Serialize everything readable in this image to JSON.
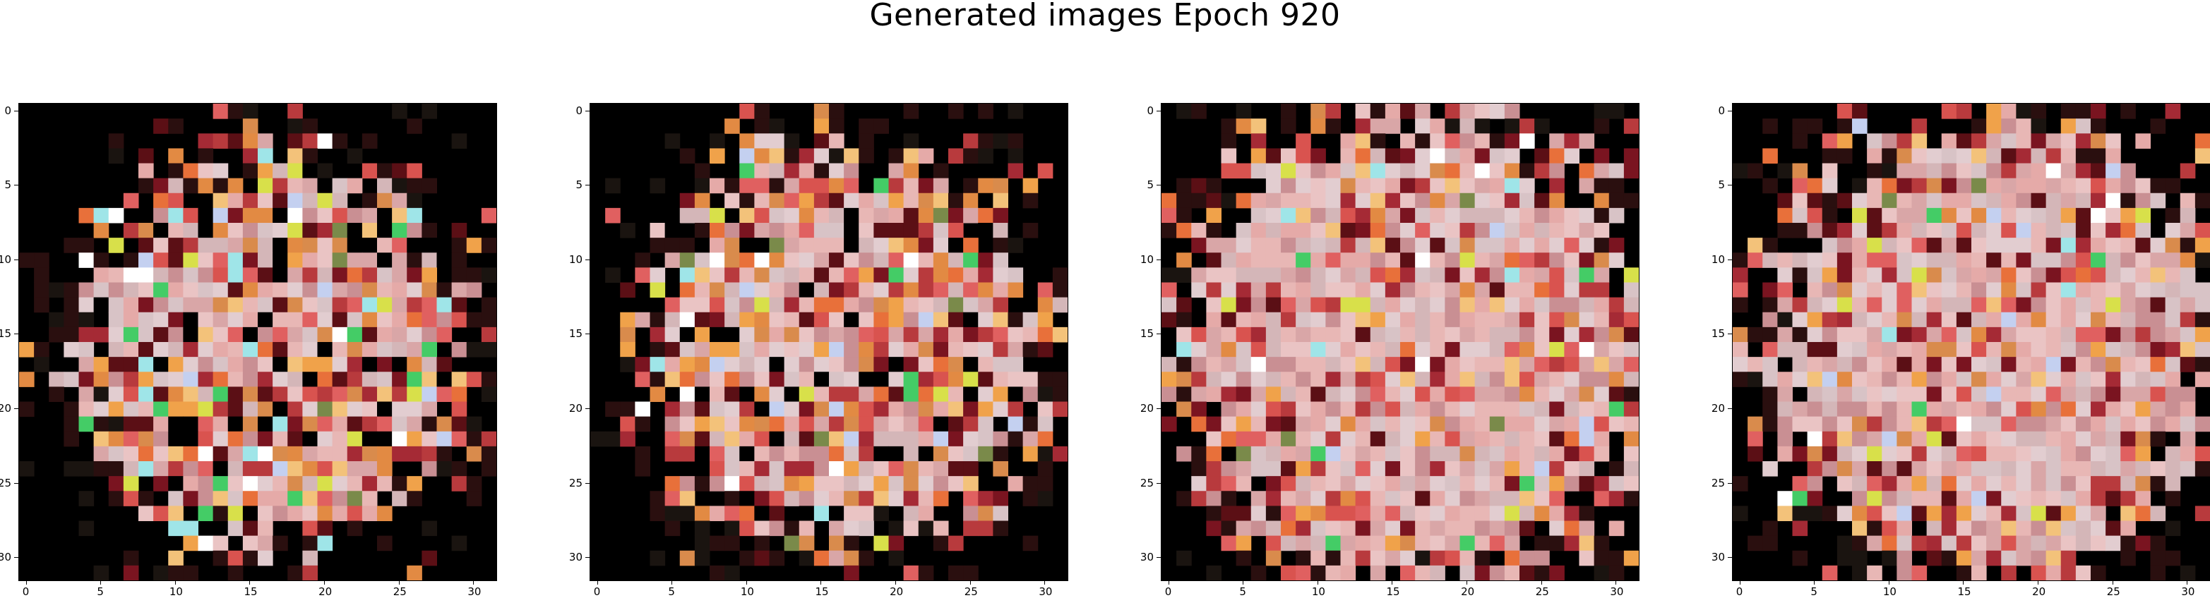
{
  "figure": {
    "title": "Generated images Epoch 920"
  },
  "axes": {
    "x_ticks": [
      "0",
      "5",
      "10",
      "15",
      "20",
      "25",
      "30"
    ],
    "y_ticks": [
      "0",
      "5",
      "10",
      "15",
      "20",
      "25",
      "30"
    ],
    "tick_values": [
      0,
      5,
      10,
      15,
      20,
      25,
      30
    ],
    "pixel_range": [
      0,
      31
    ]
  },
  "panels": [
    {
      "id": "generated-image-1",
      "grid": 32,
      "palette": "warm-a",
      "radius": 0.42,
      "seed": 11
    },
    {
      "id": "generated-image-2",
      "grid": 32,
      "palette": "warm-a",
      "radius": 0.43,
      "seed": 23
    },
    {
      "id": "generated-image-3",
      "grid": 32,
      "palette": "warm-b",
      "radius": 0.52,
      "seed": 37
    },
    {
      "id": "generated-image-4",
      "grid": 32,
      "palette": "warm-b",
      "radius": 0.5,
      "seed": 51
    }
  ],
  "colors": {
    "background": "#ffffff",
    "image_background": "#000000",
    "pinks": [
      "#e8b7b5",
      "#eac4c4",
      "#d9a6a7",
      "#e5aaa8",
      "#d4b6b8",
      "#e2cdd0",
      "#c98f93",
      "#d8c3c6"
    ],
    "reds": [
      "#b83a3d",
      "#d9534f",
      "#7a1420",
      "#a52a35",
      "#e06060",
      "#5b0f15"
    ],
    "oranges": [
      "#f0a24a",
      "#e8703a",
      "#d98b4c",
      "#f3c27a",
      "#e28a43"
    ],
    "accents": [
      "#9fe5e8",
      "#44cc66",
      "#d8e04a",
      "#ffffff",
      "#7a8a4a",
      "#c4d0f0"
    ]
  }
}
